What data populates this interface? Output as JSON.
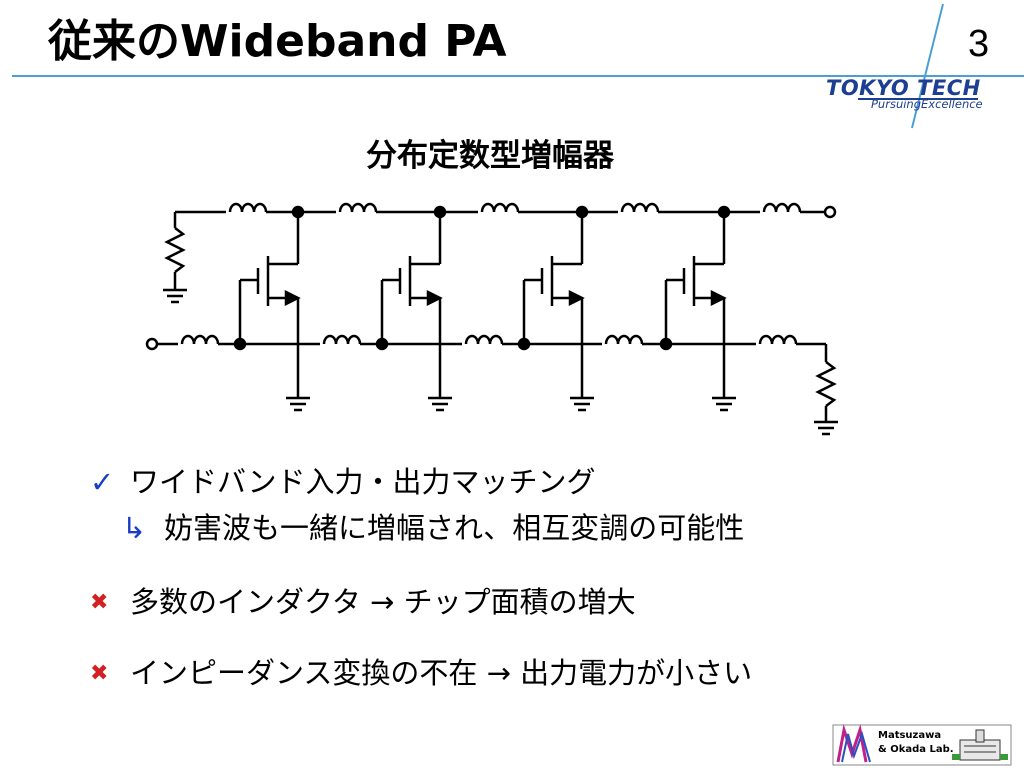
{
  "slide": {
    "title": "従来のWideband PA",
    "page_number": "3"
  },
  "logo": {
    "name": "TOKYO TECH",
    "tagline": "PursuingExcellence",
    "accent_color": "#4a9fd5",
    "brand_color": "#1c3f94"
  },
  "circuit": {
    "title": "分布定数型増幅器",
    "stages": 4,
    "components": [
      "inductor",
      "nmos-transistor",
      "resistor",
      "ground"
    ]
  },
  "bullets": [
    {
      "mark": "✓",
      "text": "ワイドバンド入力・出力マッチング"
    },
    {
      "mark": "↳",
      "text": "妨害波も一緒に増幅され、相互変調の可能性"
    },
    {
      "mark": "✖",
      "text": "多数のインダクタ → チップ面積の増大"
    },
    {
      "mark": "✖",
      "text": "インピーダンス変換の不在 → 出力電力が小さい"
    }
  ],
  "lab_logo": {
    "line1": "Matsuzawa",
    "line2": "& Okada Lab."
  }
}
